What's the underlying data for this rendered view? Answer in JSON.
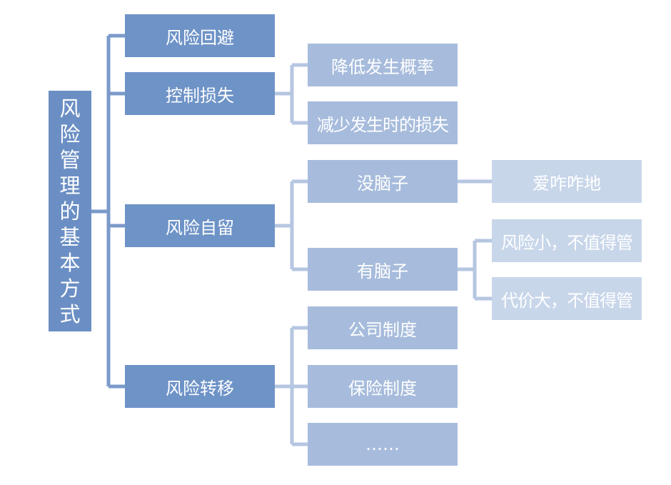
{
  "colors": {
    "root_fill": "#6b8fc4",
    "level1_fill": "#6e93c7",
    "level2_fill": "#a7bcdc",
    "level3_fill": "#c8d6ea",
    "connector_dark": "#7b9ac9",
    "connector_light": "#b5c6e1",
    "text": "#ffffff"
  },
  "root": {
    "label": "风险管理的基本方式"
  },
  "branches": [
    {
      "label": "风险回避",
      "children": []
    },
    {
      "label": "控制损失",
      "children": [
        {
          "label": "降低发生概率"
        },
        {
          "label": "减少发生时的损失"
        }
      ]
    },
    {
      "label": "风险自留",
      "children": [
        {
          "label": "没脑子",
          "children": [
            {
              "label": "爱咋咋地"
            }
          ]
        },
        {
          "label": "有脑子",
          "children": [
            {
              "label": "风险小，不值得管"
            },
            {
              "label": "代价大，不值得管"
            }
          ]
        }
      ]
    },
    {
      "label": "风险转移",
      "children": [
        {
          "label": "公司制度"
        },
        {
          "label": "保险制度"
        },
        {
          "label": "……"
        }
      ]
    }
  ]
}
